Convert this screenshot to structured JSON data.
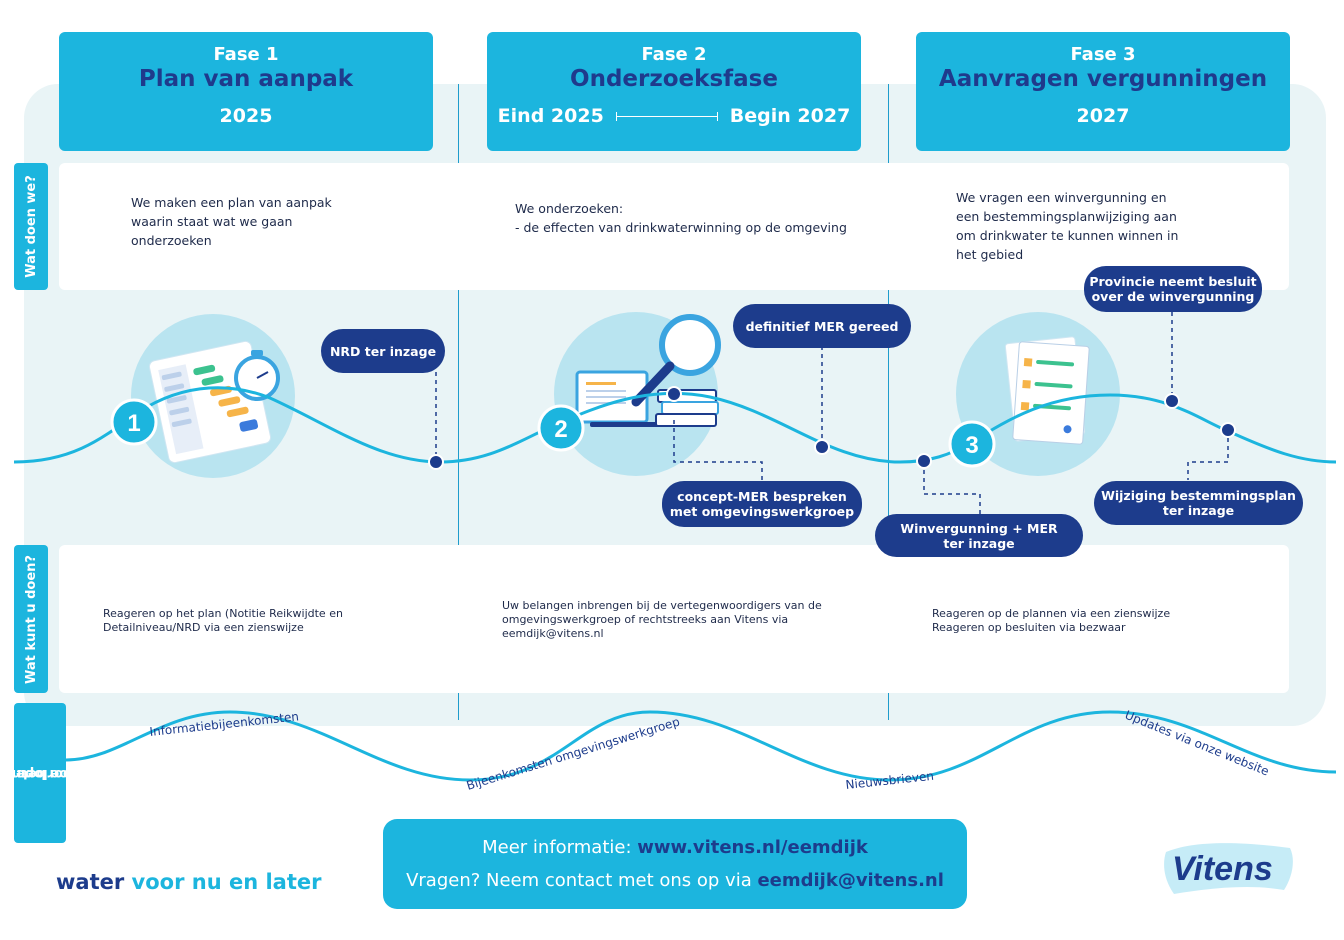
{
  "phases": [
    {
      "fase": "Fase 1",
      "title": "Plan van aanpak",
      "year": "2025"
    },
    {
      "fase": "Fase 2",
      "title": "Onderzoeksfase",
      "year_start": "Eind 2025",
      "year_end": "Begin 2027"
    },
    {
      "fase": "Fase 3",
      "title": "Aanvragen vergunningen",
      "year": "2027"
    }
  ],
  "side_tabs": {
    "wat_doen_we": "Wat doen we?",
    "wat_kunt_u_doen": "Wat kunt u doen?",
    "hoe_betrekken_line1": "Hoe betrekken",
    "hoe_betrekken_line2": "we u doorlopend?"
  },
  "wat_doen_we": {
    "col1": [
      "We maken een plan van aanpak",
      "waarin staat wat we gaan",
      "onderzoeken"
    ],
    "col2": [
      "We onderzoeken:",
      "-  de effecten van drinkwaterwinning op de omgeving"
    ],
    "col3": [
      "We vragen een winvergunning en",
      "een bestemmingsplanwijziging aan",
      "om drinkwater te kunnen winnen in",
      "het gebied"
    ]
  },
  "wat_kunt_u_doen": {
    "col1": [
      "Reageren op het plan (Notitie Reikwijdte en",
      "Detailniveau/NRD via een zienswijze"
    ],
    "col2": [
      "Uw belangen inbrengen bij de vertegenwoordigers van de",
      "omgevingswerkgroep of rechtstreeks aan Vitens via",
      "eemdijk@vitens.nl"
    ],
    "col3": [
      "Reageren op de plannen via een zienswijze",
      "Reageren op besluiten via bezwaar"
    ]
  },
  "steps": [
    "1",
    "2",
    "3"
  ],
  "milestones": {
    "nrd": "NRD ter inzage",
    "definitief_mer": "definitief MER gereed",
    "concept_mer_1": "concept-MER bespreken",
    "concept_mer_2": "met omgevingswerkgroep",
    "provincie_1": "Provincie neemt besluit",
    "provincie_2": "over de winvergunning",
    "winvergunning_1": "Winvergunning + MER",
    "winvergunning_2": "ter inzage",
    "bestemmingsplan_1": "Wijziging bestemmingsplan",
    "bestemmingsplan_2": "ter inzage"
  },
  "ongoing": {
    "info": "Informatiebijeenkomsten",
    "werkgroep": "Bijeenkomsten omgevingswerkgroep",
    "nieuwsbrieven": "Nieuwsbrieven",
    "updates": "Updates via onze website"
  },
  "footer": {
    "meer_info_label": "Meer informatie: ",
    "meer_info_link": "www.vitens.nl/eemdijk",
    "vragen_label": "Vragen? Neem contact met ons op via ",
    "vragen_email": "eemdijk@vitens.nl"
  },
  "slogan": {
    "part1": "water",
    "part2": "voor nu en later"
  },
  "logo_text": "Vitens",
  "colors": {
    "accent": "#1cb5de",
    "navy": "#1d3c8c",
    "panel": "#e9f4f6"
  }
}
